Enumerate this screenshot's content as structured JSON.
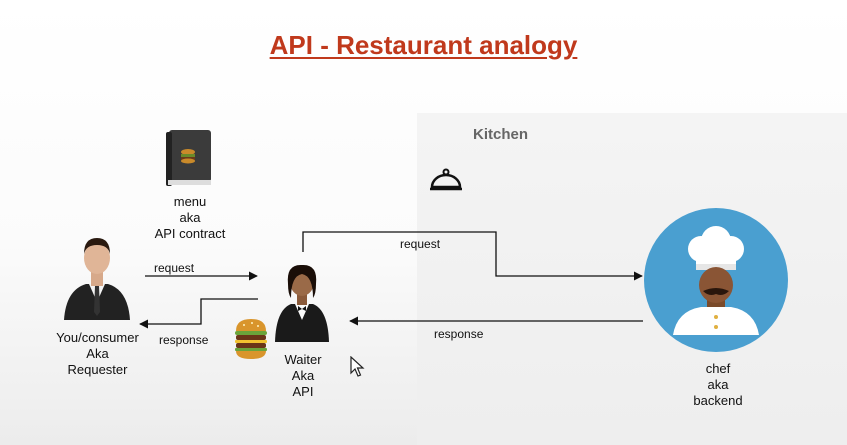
{
  "title": "API - Restaurant analogy",
  "kitchen": {
    "label": "Kitchen"
  },
  "menu": {
    "line1": "menu",
    "line2": "aka",
    "line3": "API contract"
  },
  "consumer": {
    "line1": "You/consumer",
    "line2": "Aka",
    "line3": "Requester"
  },
  "waiter": {
    "line1": "Waiter",
    "line2": "Aka",
    "line3": "API"
  },
  "chef": {
    "line1": "chef",
    "line2": "aka",
    "line3": "backend"
  },
  "arrows": {
    "consumer_request": "request",
    "consumer_response": "response",
    "kitchen_request": "request",
    "kitchen_response": "response"
  },
  "colors": {
    "title": "#c0391c",
    "chef_circle": "#4a9fd0",
    "kitchen_bg": "#f0f0f0"
  },
  "icons": [
    "menu-book-icon",
    "burger-icon",
    "cloche-icon",
    "businessman-icon",
    "waiter-icon",
    "chef-icon",
    "mouse-cursor-icon"
  ]
}
